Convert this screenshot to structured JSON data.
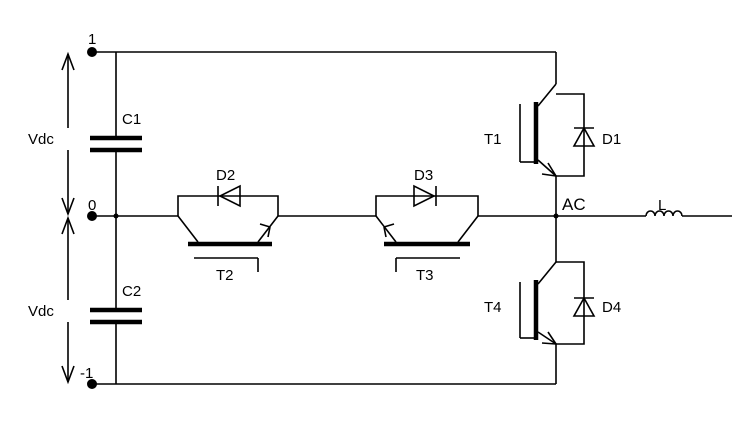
{
  "nodes": {
    "top": "1",
    "mid": "0",
    "bottom": "-1",
    "ac": "AC"
  },
  "voltages": {
    "upper": "Vdc",
    "lower": "Vdc"
  },
  "capacitors": {
    "c1": "C1",
    "c2": "C2"
  },
  "transistors": {
    "t1": "T1",
    "t2": "T2",
    "t3": "T3",
    "t4": "T4"
  },
  "diodes": {
    "d1": "D1",
    "d2": "D2",
    "d3": "D3",
    "d4": "D4"
  },
  "inductor": {
    "label": "L"
  },
  "colors": {
    "line": "#000000",
    "background": "#ffffff"
  }
}
